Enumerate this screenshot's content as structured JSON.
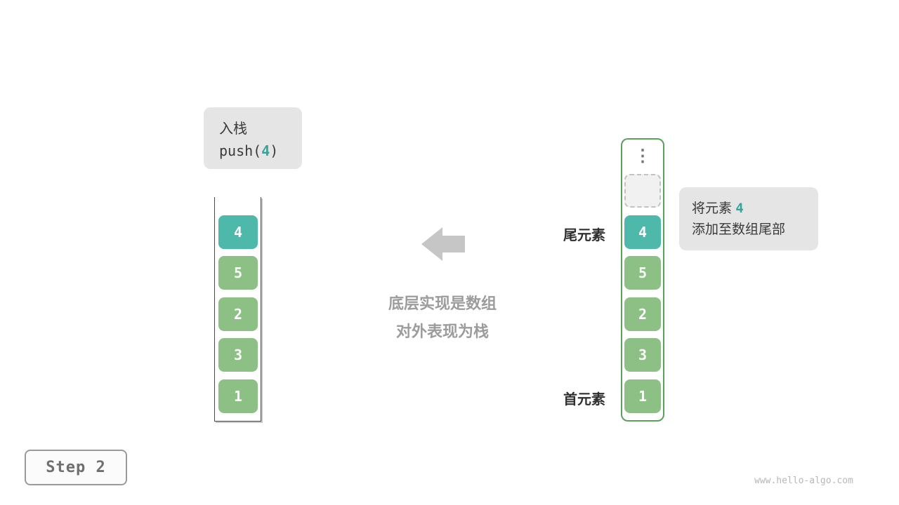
{
  "colors": {
    "teal_cell": "#4eb8ab",
    "green_cell": "#8cc084",
    "teal_text": "#33a69b",
    "container_green_border": "#5ba05b",
    "callout_bg": "#e5e5e5",
    "arrow_gray": "#c6c6c6",
    "muted_caption_text": "#9c9c9c",
    "dark_text": "#3a3a3a"
  },
  "push_box": {
    "title": "入栈",
    "code_prefix": "push(",
    "code_arg": "4",
    "code_suffix": ")"
  },
  "left_stack": {
    "cells": [
      {
        "value": "4",
        "color": "teal"
      },
      {
        "value": "5",
        "color": "green"
      },
      {
        "value": "2",
        "color": "green"
      },
      {
        "value": "3",
        "color": "green"
      },
      {
        "value": "1",
        "color": "green"
      }
    ]
  },
  "center": {
    "arrow_icon": "left-arrow",
    "line1": "底层实现是数组",
    "line2": "对外表现为栈"
  },
  "right_stack": {
    "ellipsis": "⋮",
    "cells": [
      {
        "value": "4",
        "color": "teal"
      },
      {
        "value": "5",
        "color": "green"
      },
      {
        "value": "2",
        "color": "green"
      },
      {
        "value": "3",
        "color": "green"
      },
      {
        "value": "1",
        "color": "green"
      }
    ]
  },
  "labels": {
    "tail": "尾元素",
    "head": "首元素"
  },
  "annotation_box": {
    "line1_text": "将元素",
    "line1_value": "4",
    "line2": "添加至数组尾部"
  },
  "step_box": {
    "label": "Step 2"
  },
  "watermark": "www.hello-algo.com"
}
